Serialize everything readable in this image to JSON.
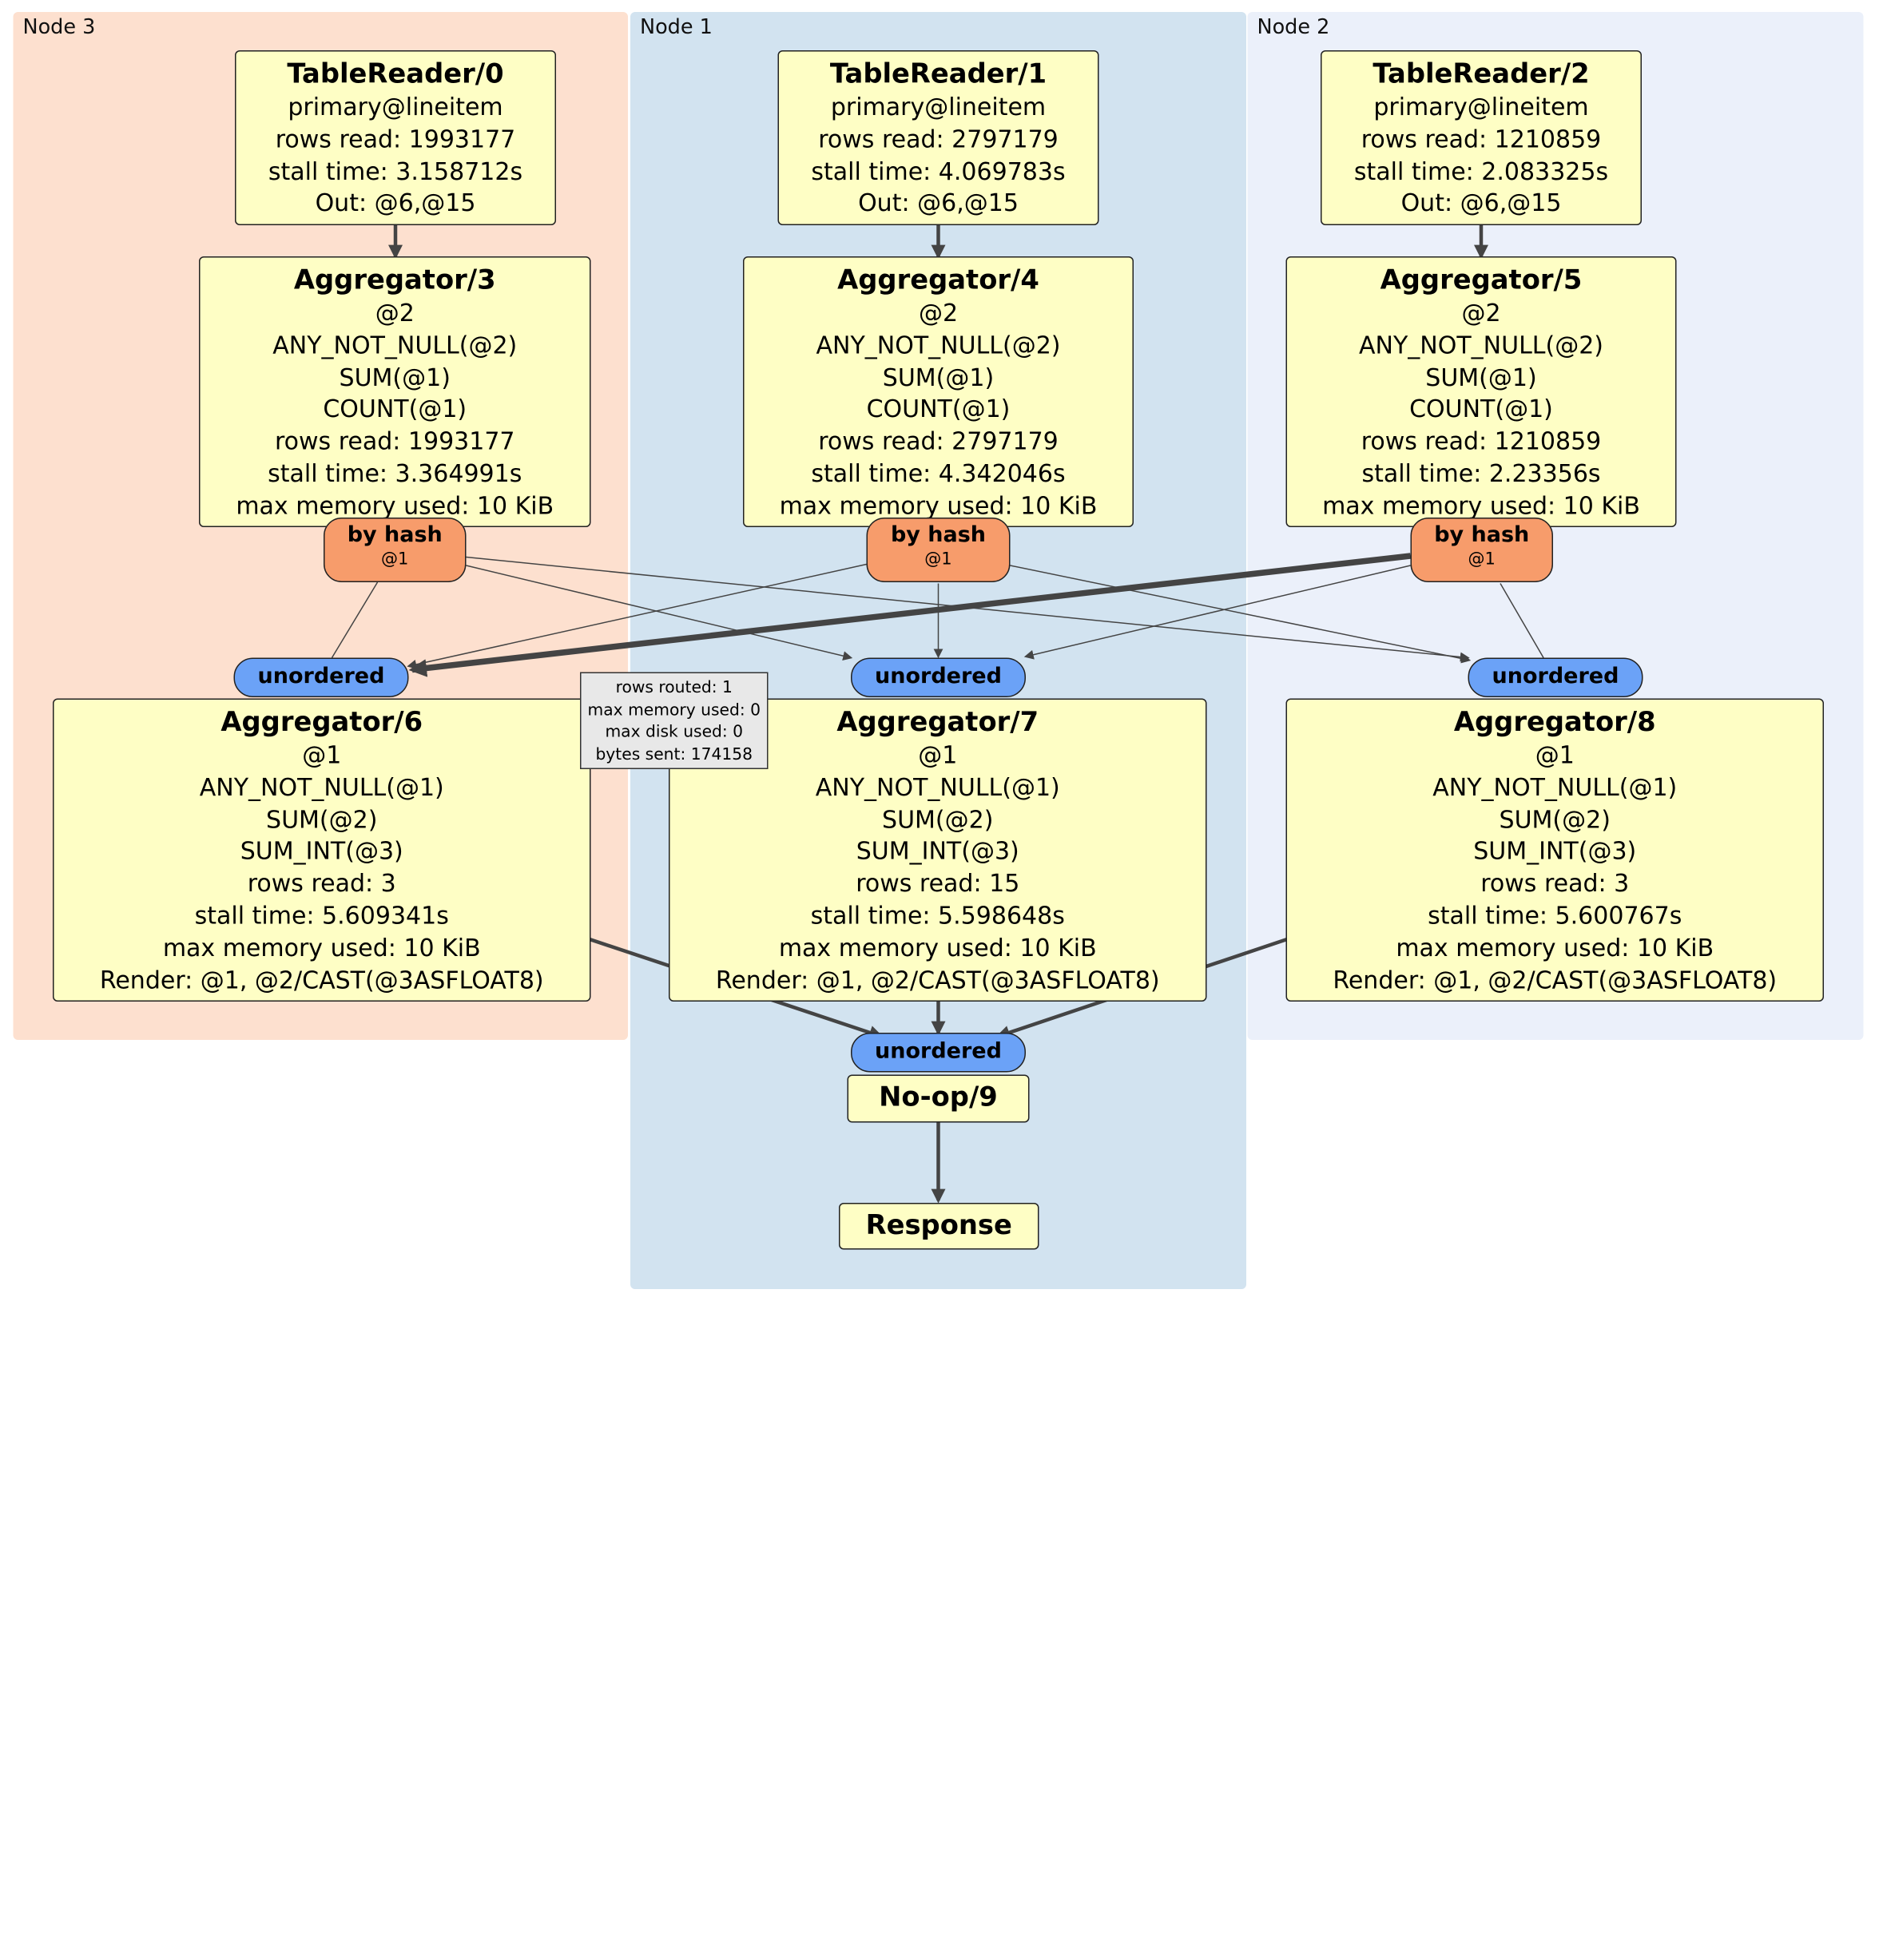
{
  "nodes": [
    {
      "id": "node3",
      "label": "Node 3"
    },
    {
      "id": "node1",
      "label": "Node 1"
    },
    {
      "id": "node2",
      "label": "Node 2"
    }
  ],
  "processors": {
    "tr0": {
      "title": "TableReader/0",
      "lines": [
        "primary@lineitem",
        "rows read: 1993177",
        "stall time: 3.158712s",
        "Out: @6,@15"
      ]
    },
    "tr1": {
      "title": "TableReader/1",
      "lines": [
        "primary@lineitem",
        "rows read: 2797179",
        "stall time: 4.069783s",
        "Out: @6,@15"
      ]
    },
    "tr2": {
      "title": "TableReader/2",
      "lines": [
        "primary@lineitem",
        "rows read: 1210859",
        "stall time: 2.083325s",
        "Out: @6,@15"
      ]
    },
    "ag3": {
      "title": "Aggregator/3",
      "lines": [
        "@2",
        "ANY_NOT_NULL(@2)",
        "SUM(@1)",
        "COUNT(@1)",
        "rows read: 1993177",
        "stall time: 3.364991s",
        "max memory used: 10 KiB"
      ]
    },
    "ag4": {
      "title": "Aggregator/4",
      "lines": [
        "@2",
        "ANY_NOT_NULL(@2)",
        "SUM(@1)",
        "COUNT(@1)",
        "rows read: 2797179",
        "stall time: 4.342046s",
        "max memory used: 10 KiB"
      ]
    },
    "ag5": {
      "title": "Aggregator/5",
      "lines": [
        "@2",
        "ANY_NOT_NULL(@2)",
        "SUM(@1)",
        "COUNT(@1)",
        "rows read: 1210859",
        "stall time: 2.23356s",
        "max memory used: 10 KiB"
      ]
    },
    "ag6": {
      "title": "Aggregator/6",
      "lines": [
        "@1",
        "ANY_NOT_NULL(@1)",
        "SUM(@2)",
        "SUM_INT(@3)",
        "rows read: 3",
        "stall time: 5.609341s",
        "max memory used: 10 KiB",
        "Render: @1, @2/CAST(@3ASFLOAT8)"
      ]
    },
    "ag7": {
      "title": "Aggregator/7",
      "lines": [
        "@1",
        "ANY_NOT_NULL(@1)",
        "SUM(@2)",
        "SUM_INT(@3)",
        "rows read: 15",
        "stall time: 5.598648s",
        "max memory used: 10 KiB",
        "Render: @1, @2/CAST(@3ASFLOAT8)"
      ]
    },
    "ag8": {
      "title": "Aggregator/8",
      "lines": [
        "@1",
        "ANY_NOT_NULL(@1)",
        "SUM(@2)",
        "SUM_INT(@3)",
        "rows read: 3",
        "stall time: 5.600767s",
        "max memory used: 10 KiB",
        "Render: @1, @2/CAST(@3ASFLOAT8)"
      ]
    },
    "noop9": {
      "title": "No-op/9",
      "lines": []
    },
    "response": {
      "title": "Response",
      "lines": []
    }
  },
  "routers": {
    "r3": {
      "title": "by hash",
      "sub": "@1"
    },
    "r4": {
      "title": "by hash",
      "sub": "@1"
    },
    "r5": {
      "title": "by hash",
      "sub": "@1"
    }
  },
  "synchronizers": {
    "s6": "unordered",
    "s7": "unordered",
    "s8": "unordered",
    "s9": "unordered"
  },
  "edge_tooltip": {
    "lines": [
      "rows routed: 1",
      "max memory used: 0",
      "max disk used: 0",
      "bytes sent: 174158"
    ]
  },
  "colors": {
    "node3_bg": "#fde0cf",
    "node1_bg": "#d2e3f0",
    "node2_bg": "#ebf0fa",
    "processor_fill": "#fefec5",
    "router_fill": "#f79c6b",
    "synchronizer_fill": "#6ba2f7",
    "edge": "#444444"
  }
}
